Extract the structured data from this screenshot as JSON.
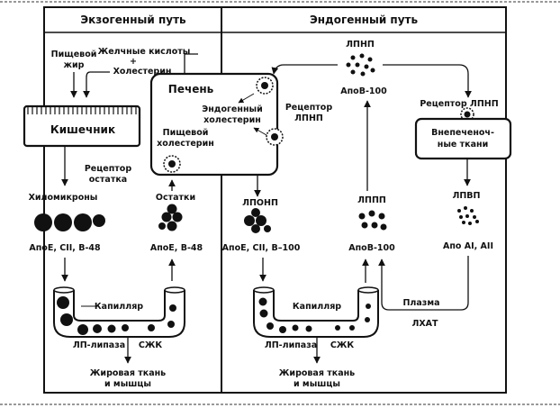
{
  "headers": {
    "exogenous": "Экзогенный путь",
    "endogenous": "Эндогенный путь"
  },
  "left": {
    "dietary_fat": [
      "Пищевой",
      "жир"
    ],
    "bile_acids": "Желчные кислоты",
    "plus_sign": "+",
    "cholesterol": "Холестерин",
    "intestine": "Кишечник",
    "remnant_receptor": [
      "Рецептор",
      "остатка"
    ],
    "chylomicrons": "Хиломикроны",
    "remnants": "Остатки",
    "chylo_apo": "АпоЕ, СII, В-48",
    "remnant_apo": "АпоЕ, В-48",
    "capillary": "Капилляр",
    "lp_lipase": "ЛП-липаза",
    "ffa": "СЖК",
    "tissue": [
      "Жировая ткань",
      "и мышцы"
    ]
  },
  "liver": {
    "title": "Печень",
    "endogenous_chol": [
      "Эндогенный",
      "холестерин"
    ],
    "dietary_chol": [
      "Пищевой",
      "холестерин"
    ]
  },
  "right": {
    "ldl": "ЛПНП",
    "ldl_apo": "АпоВ-100",
    "ldl_receptor_left": [
      "Рецептор",
      "ЛПНП"
    ],
    "ldl_receptor_right": "Рецептор ЛПНП",
    "extrahepatic": [
      "Внепеченоч-",
      "ные ткани"
    ],
    "vldl": "ЛПОНП",
    "vldl_apo": "АпоЕ, СII, В–100",
    "idl": "ЛППП",
    "idl_apo": "АпоВ-100",
    "hdl": "ЛПВП",
    "hdl_apo": "Апо AI, AII",
    "plasma": "Плазма",
    "lcat": "ЛХАТ",
    "capillary": "Капилляр",
    "lp_lipase": "ЛП-липаза",
    "ffa": "СЖК",
    "tissue": [
      "Жировая ткань",
      "и мышцы"
    ]
  }
}
